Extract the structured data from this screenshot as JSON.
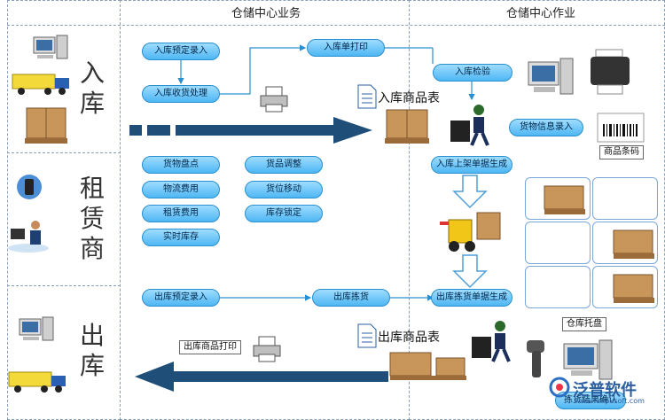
{
  "headers": {
    "business": "仓储中心业务",
    "operations": "仓储中心作业"
  },
  "sections": {
    "inbound": "入库",
    "tenant": "租赁商",
    "outbound": "出库"
  },
  "inbound_flow": {
    "pre_entry": "入库预定录入",
    "receiving": "入库收货处理",
    "print_order": "入库单打印",
    "goods_table": "入库商品表",
    "inspection": "入库检验",
    "cargo_info": "货物信息录入",
    "barcode_label": "商品条码",
    "shelving_order": "入库上架单据生成"
  },
  "tenant_services": [
    {
      "label": "货物盘点"
    },
    {
      "label": "货品调整"
    },
    {
      "label": "物流费用"
    },
    {
      "label": "货位移动"
    },
    {
      "label": "租赁费用"
    },
    {
      "label": "库存锁定"
    },
    {
      "label": "实时库存"
    }
  ],
  "outbound_flow": {
    "pre_entry": "出库预定录入",
    "picking": "出库拣货",
    "picking_order": "出库拣货单据生成",
    "print_goods": "出库商品打印",
    "goods_table": "出库商品表",
    "pallet": "仓库托盘",
    "pick_confirm": "拣货结果确认"
  },
  "logo": {
    "text": "泛普软件",
    "subtext": "www.fanpusoft.com"
  },
  "colors": {
    "pill": "#4eb7f3",
    "arrow": "#1f4e79",
    "frame": "#8a9fb8"
  }
}
